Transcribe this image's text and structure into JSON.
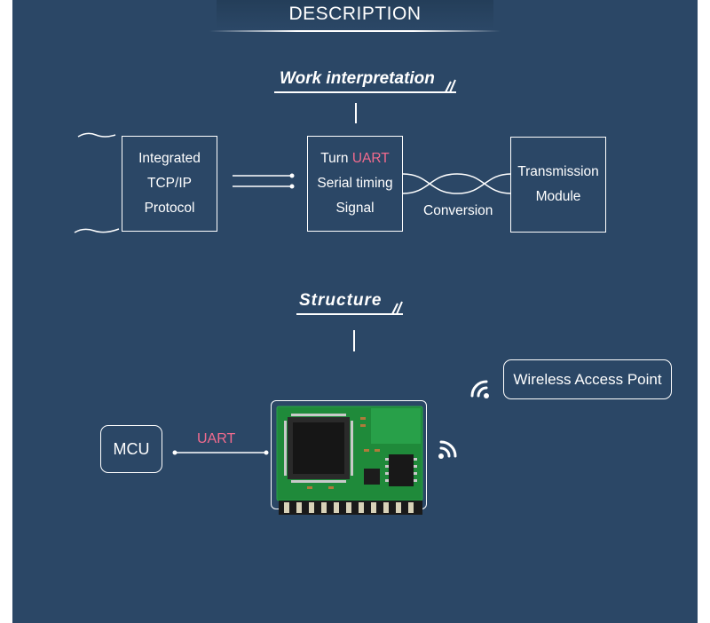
{
  "header": {
    "title": "DESCRIPTION"
  },
  "work_section": {
    "title": "Work interpretation",
    "box_protocol": {
      "line1": "Integrated",
      "line2": "TCP/IP",
      "line3": "Protocol"
    },
    "box_uart": {
      "line1_prefix": "Turn ",
      "line1_highlight": "UART",
      "line2": "Serial timing",
      "line3": "Signal"
    },
    "conversion_label": "Conversion",
    "box_transmission": {
      "line1": "Transmission",
      "line2": "Module"
    }
  },
  "structure_section": {
    "title": "Structure",
    "wireless_label": "Wireless Access Point",
    "mcu_label": "MCU",
    "uart_label": "UART"
  },
  "colors": {
    "background": "#2b4766",
    "accent": "#f36b8e",
    "pcb_green": "#1f8a3a"
  }
}
